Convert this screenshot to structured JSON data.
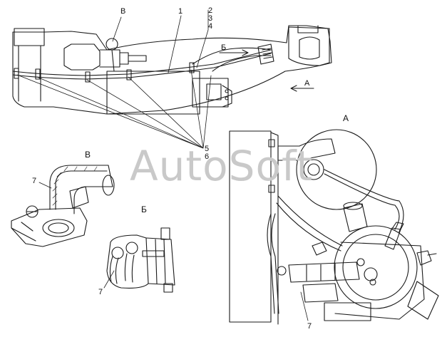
{
  "watermark": "AutoSoft",
  "callouts": {
    "B_view_top": "В",
    "n1": "1",
    "n2": "2",
    "n3": "3",
    "n4": "4",
    "n5": "5",
    "n6": "6",
    "B_cyr_top": "Б",
    "A_arrow": "А",
    "A_view": "А",
    "B_view": "В",
    "B_cyr_view": "Б",
    "n7_v": "7",
    "n7_b": "7",
    "n7_a": "7"
  },
  "colors": {
    "line": "#1a1a1a",
    "watermark": "#c9c9c9",
    "background": "#ffffff"
  }
}
